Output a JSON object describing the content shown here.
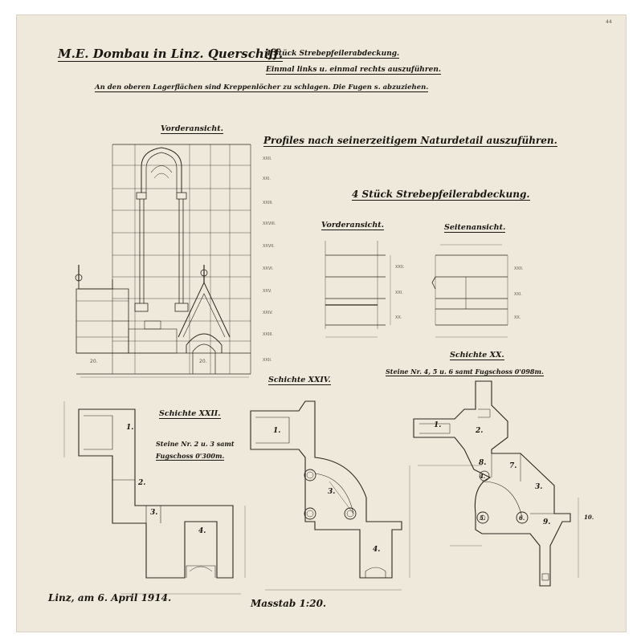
{
  "title": "M.E. Dombau in Linz. Querschiff.",
  "title_note_1": "4 Stück Strebepfeilerabdeckung.",
  "title_note_2": "Einmal links u. einmal rechts auszuführen.",
  "instruction": "An den oberen Lagerflächen sind Kreppenlöcher zu schlagen. Die Fugen s. abzuziehen.",
  "front_view_label": "Vorderansicht.",
  "profile_note": "Profiles nach seinerzeitigem Naturdetail auszuführen.",
  "right_group_title": "4 Stück Strebepfeilerabdeckung.",
  "right_front_view_label": "Vorderansicht.",
  "right_side_view_label": "Seitenansicht.",
  "layer_labels_left": [
    "XXII.",
    "XXI.",
    "XXIII.",
    "XXVIII.",
    "XXVII.",
    "XXVI.",
    "XXV.",
    "XXIV.",
    "XXIII.",
    "XXII."
  ],
  "layer_labels_front_small": [
    "XXII.",
    "XXI.",
    "XX."
  ],
  "layer_labels_side_small": [
    "XXII.",
    "XXI.",
    "XX."
  ],
  "schicht_xxii_label": "Schichte XXII.",
  "schicht_xxii_note_1": "Steine Nr. 2 u. 3 samt",
  "schicht_xxii_note_2": "Fugschoss 0'300m.",
  "schicht_xxiv_label": "Schichte XXIV.",
  "schicht_xx_label": "Schichte XX.",
  "schicht_xx_note": "Steine Nr. 4, 5 u. 6 samt Fugschoss 0'098m.",
  "stone_numbers_a": [
    "1.",
    "2.",
    "3.",
    "4."
  ],
  "stone_numbers_b": [
    "1.",
    "3.",
    "4."
  ],
  "stone_numbers_c": [
    "1.",
    "2.",
    "3.",
    "4.",
    "5.",
    "6.",
    "7.",
    "8.",
    "9.",
    "10."
  ],
  "base_numbers": [
    "20.",
    "20."
  ],
  "date": "Linz, am 6. April 1914.",
  "scale": "Masstab 1:20.",
  "corner_mark": "44"
}
